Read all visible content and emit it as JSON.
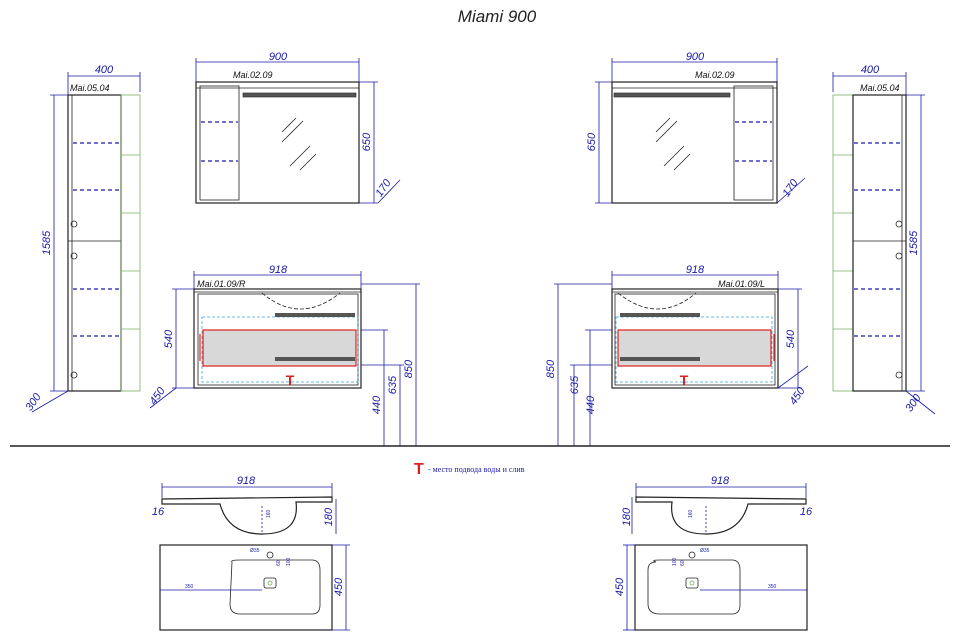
{
  "title": "Miami 900",
  "legend": {
    "symbol": "T",
    "text": "- место подвода воды и слив",
    "color": "#e02020"
  },
  "codes": {
    "column": "Mai.05.04",
    "mirror": "Mai.02.09",
    "vanity_right": "Mai.01.09/R",
    "vanity_left": "Mai.01.09/L"
  },
  "dims": {
    "column_width": "400",
    "column_height": "1585",
    "column_depth": "300",
    "mirror_width": "900",
    "mirror_height": "650",
    "mirror_depth": "170",
    "vanity_width": "918",
    "vanity_height": "540",
    "vanity_depth": "450",
    "h440": "440",
    "h635": "635",
    "h850": "850",
    "basin_width": "918",
    "basin_rim": "16",
    "basin_depth": "180",
    "basin_inner": "160",
    "top_depth": "450",
    "offset350": "350",
    "hole": "Ø35",
    "h60": "60",
    "h100": "100"
  },
  "colors": {
    "dimension": "#1a1aa8",
    "outline": "#222222",
    "accent": "#e02020",
    "shelf": "#1a1aa8"
  }
}
